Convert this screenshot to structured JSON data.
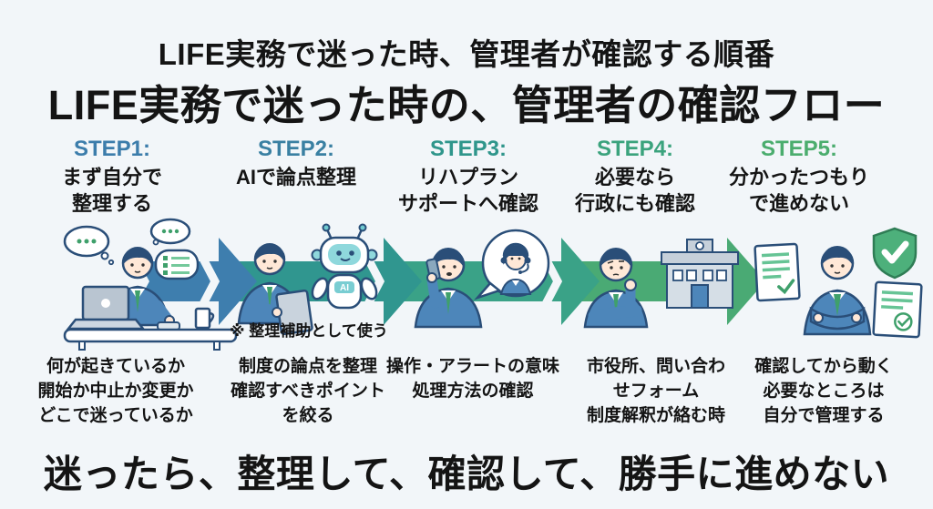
{
  "title": {
    "line1": "LIFE実務で迷った時、管理者が確認する順番",
    "line2": "LIFE実務で迷った時の、管理者の確認フロー"
  },
  "steps": [
    {
      "label": "STEP1:",
      "color": "#3c7dab",
      "title_lines": [
        "まず自分で",
        "整理する"
      ],
      "desc_lines": [
        "何が起きているか",
        "開始か中止か変更か",
        "どこで迷っているか"
      ]
    },
    {
      "label": "STEP2:",
      "color": "#3a80a2",
      "title_lines": [
        "AIで論点整理",
        ""
      ],
      "desc_lines": [
        "制度の論点を整理",
        "確認すべきポイント",
        "を絞る"
      ],
      "note": "※ 整理補助として使う",
      "robot_label": "AI"
    },
    {
      "label": "STEP3:",
      "color": "#2f968b",
      "title_lines": [
        "リハプラン",
        "サポートへ確認"
      ],
      "desc_lines": [
        "操作・アラートの意味",
        "処理方法の確認",
        ""
      ]
    },
    {
      "label": "STEP4:",
      "color": "#3ba37d",
      "title_lines": [
        "必要なら",
        "行政にも確認"
      ],
      "desc_lines": [
        "市役所、問い合わ",
        "せフォーム",
        "制度解釈が絡む時"
      ]
    },
    {
      "label": "STEP5:",
      "color": "#4bad6e",
      "title_lines": [
        "分かったつもり",
        "で進めない"
      ],
      "desc_lines": [
        "確認してから動く",
        "必要なところは",
        "自分で管理する"
      ]
    }
  ],
  "arrow_colors": [
    "#3e7eae",
    "#30968f",
    "#3aa287",
    "#4aaa74"
  ],
  "footer": "迷ったら、整理して、確認して、勝手に進めない"
}
